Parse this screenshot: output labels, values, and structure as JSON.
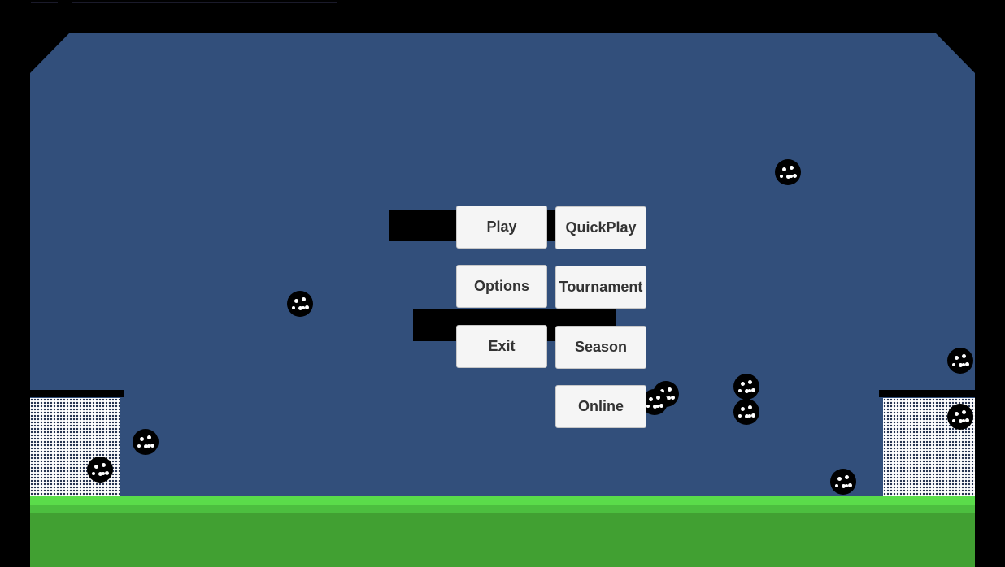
{
  "menu": {
    "play_label": "Play",
    "options_label": "Options",
    "exit_label": "Exit",
    "quickplay_label": "QuickPlay",
    "tournament_label": "Tournament",
    "season_label": "Season",
    "online_label": "Online"
  },
  "colors": {
    "sky": "#324f7b",
    "grass": "#41a032",
    "grass_highlight": "#5adc4a",
    "button": "#f5f5f5",
    "button_text": "#333333"
  }
}
